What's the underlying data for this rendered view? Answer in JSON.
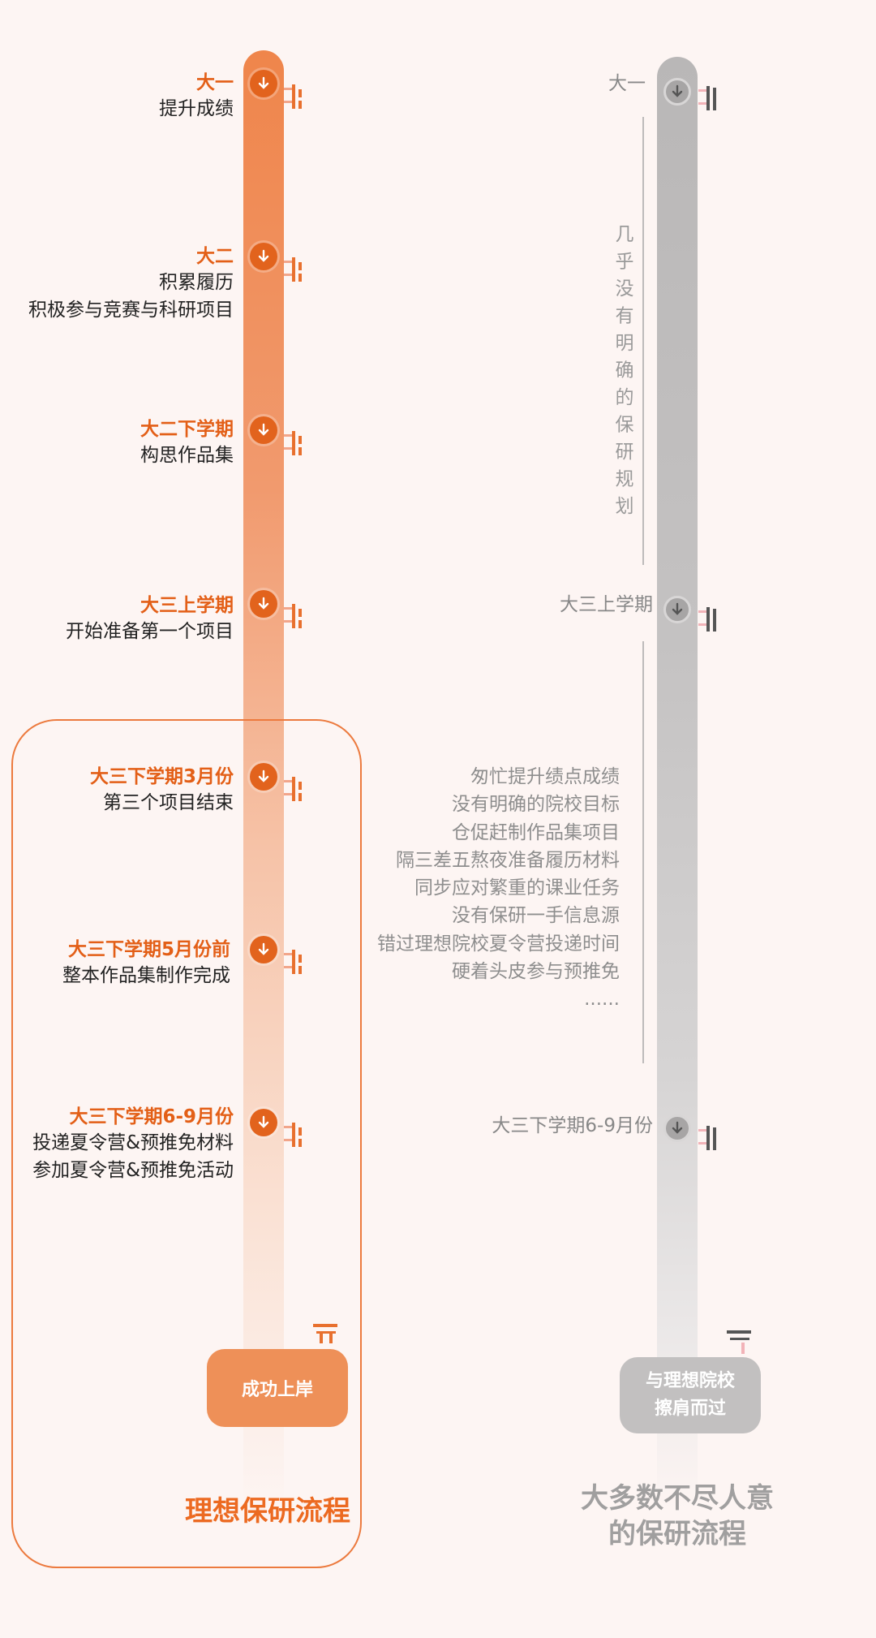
{
  "ideal": {
    "stages": [
      {
        "title": "大一",
        "desc": [
          "提升成绩"
        ]
      },
      {
        "title": "大二",
        "desc": [
          "积累履历",
          "积极参与竞赛与科研项目"
        ]
      },
      {
        "title": "大二下学期",
        "desc": [
          "构思作品集"
        ]
      },
      {
        "title": "大三上学期",
        "desc": [
          "开始准备第一个项目"
        ]
      },
      {
        "title": "大三下学期3月份",
        "desc": [
          "第三个项目结束"
        ]
      },
      {
        "title": "大三下学期5月份前",
        "desc": [
          "整本作品集制作完成"
        ]
      },
      {
        "title": "大三下学期6-9月份",
        "desc": [
          "投递夏令营&预推免材料",
          "参加夏令营&预推免活动"
        ]
      }
    ],
    "result_button": "成功上岸",
    "caption": "理想保研流程"
  },
  "common": {
    "stages": [
      {
        "title": "大一"
      },
      {
        "title": "大三上学期"
      },
      {
        "title": "大三下学期6-9月份"
      }
    ],
    "vertical_note": "几乎没有明确的保研规划",
    "problems": [
      "匆忙提升绩点成绩",
      "没有明确的院校目标",
      "仓促赶制作品集项目",
      "隔三差五熬夜准备履历材料",
      "同步应对繁重的课业任务",
      "没有保研一手信息源",
      "错过理想院校夏令营投递时间",
      "硬着头皮参与预推免",
      "......"
    ],
    "result_button": [
      "与理想院校",
      "擦肩而过"
    ],
    "caption": [
      "大多数不尽人意",
      "的保研流程"
    ]
  },
  "colors": {
    "accent": "#e35f17",
    "gray": "#a7a5a5",
    "background": "#fdf5f3"
  },
  "icons": [
    "arrow-down-icon",
    "ladder-tick-icon"
  ]
}
